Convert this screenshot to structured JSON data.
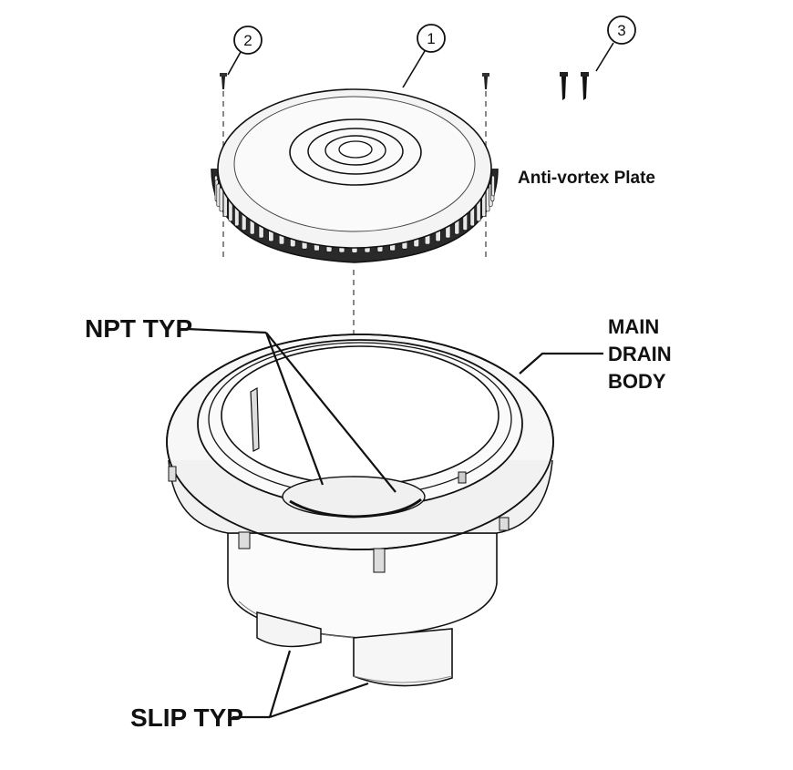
{
  "callouts": [
    {
      "id": "1",
      "text": "1"
    },
    {
      "id": "2",
      "text": "2"
    },
    {
      "id": "3",
      "text": "3"
    }
  ],
  "labels": {
    "plate": "Anti-vortex Plate",
    "npt": "NPT TYP",
    "body_line1": "MAIN",
    "body_line2": "DRAIN",
    "body_line3": "BODY",
    "slip": "SLIP TYP"
  },
  "colors": {
    "ink": "#111111",
    "grille": "#2a2a2a",
    "background": "#ffffff"
  }
}
